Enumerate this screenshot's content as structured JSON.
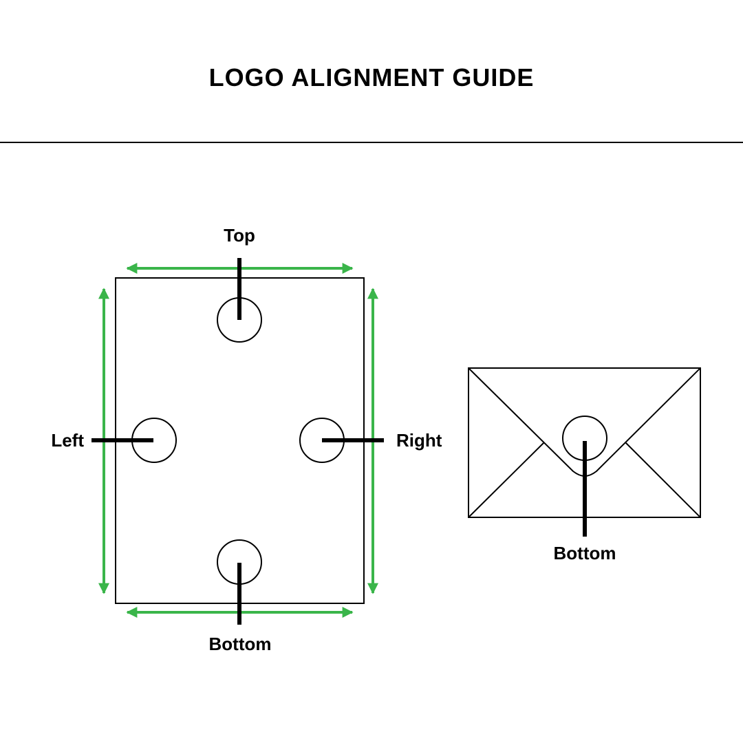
{
  "title": "LOGO ALIGNMENT GUIDE",
  "colors": {
    "guide": "#3ab54a",
    "line": "#000000"
  },
  "page_diagram": {
    "labels": {
      "top": "Top",
      "left": "Left",
      "right": "Right",
      "bottom": "Bottom"
    }
  },
  "envelope_diagram": {
    "labels": {
      "bottom": "Bottom"
    }
  }
}
